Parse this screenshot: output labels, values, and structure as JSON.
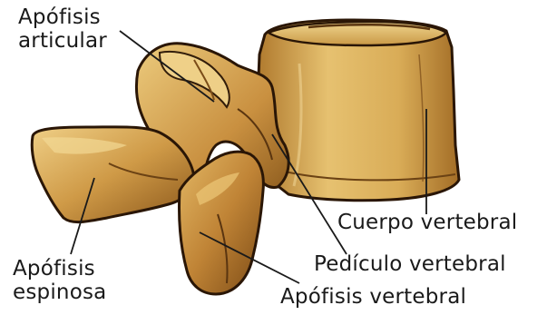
{
  "labels": {
    "articular_process": [
      "Apófisis",
      "articular"
    ],
    "spinous_process": [
      "Apófisis",
      "espinosa"
    ],
    "vertebral_body": "Cuerpo vertebral",
    "pedicle": "Pedículo vertebral",
    "vertebral_process": "Apófisis vertebral"
  },
  "colors": {
    "bone_light": "#e9c77a",
    "bone_mid": "#c9953e",
    "bone_dark": "#8a5a1c",
    "bone_shadow": "#5a3510",
    "outline": "#2a1606",
    "leader_line": "#1a1a1a",
    "text": "#1a1a1a",
    "background": "#ffffff"
  }
}
